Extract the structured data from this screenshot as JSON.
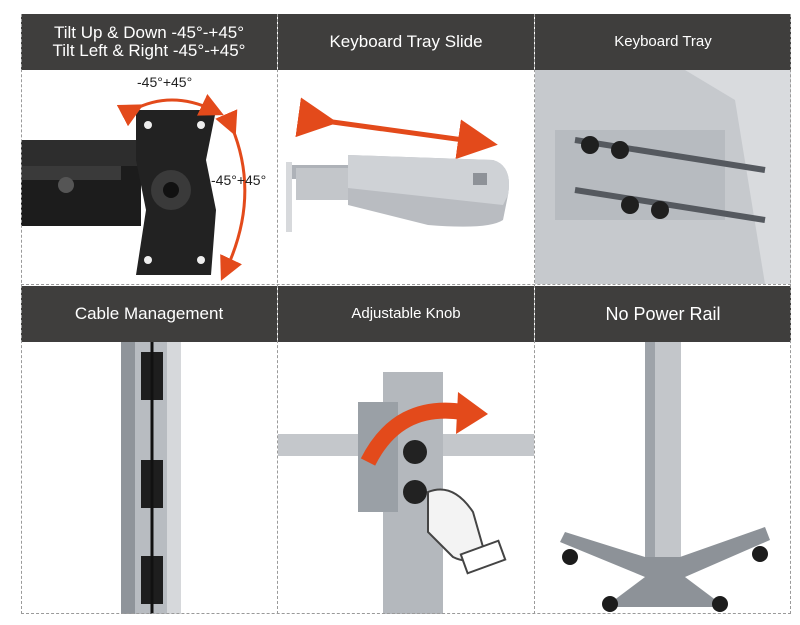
{
  "panels": [
    {
      "id": "tilt",
      "title_lines": [
        "Tilt Up & Down -45°-+45°",
        "Tilt Left & Right -45°-+45°"
      ],
      "annotations": [
        "-45°+45°",
        "-45°+45°"
      ],
      "icon": "monitor-mount-tilt"
    },
    {
      "id": "tray-slide",
      "title_lines": [
        "Keyboard Tray Slide"
      ],
      "icon": "keyboard-tray-slide"
    },
    {
      "id": "tray",
      "title_lines": [
        "Keyboard Tray"
      ],
      "icon": "keyboard-tray-bracket"
    },
    {
      "id": "cable",
      "title_lines": [
        "Cable Management"
      ],
      "icon": "cable-management-pole"
    },
    {
      "id": "knob",
      "title_lines": [
        "Adjustable Knob"
      ],
      "icon": "adjustable-knob"
    },
    {
      "id": "rail",
      "title_lines": [
        "No Power Rail"
      ],
      "icon": "mobile-stand-base"
    }
  ],
  "colors": {
    "header_bg": "#3f3e3d",
    "arrow": "#e34a1b",
    "metal": "#c9ccd0",
    "dark_metal": "#2b2b2b"
  }
}
